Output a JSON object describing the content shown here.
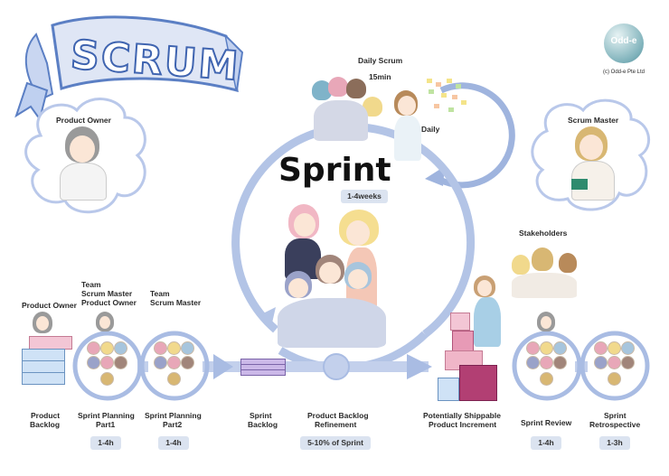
{
  "banner": {
    "title": "SCRUM"
  },
  "logo": {
    "name": "Odd-e",
    "copyright": "(c) Odd-e Pte Ltd"
  },
  "roles": {
    "product_owner": "Product Owner",
    "scrum_master": "Scrum Master"
  },
  "daily": {
    "title": "Daily Scrum",
    "duration": "15min",
    "label": "Daily"
  },
  "sprint": {
    "title": "Sprint",
    "duration": "1-4weeks"
  },
  "stakeholders": "Stakeholders",
  "left_groups": {
    "po_small": "Product Owner",
    "planning1_team_1": "Team",
    "planning1_team_2": "Scrum Master",
    "planning1_team_3": "Product Owner",
    "planning2_team_1": "Team",
    "planning2_team_2": "Scrum Master"
  },
  "flow": [
    {
      "line1": "Product",
      "line2": "Backlog",
      "time": ""
    },
    {
      "line1": "Sprint Planning",
      "line2": "Part1",
      "time": "1-4h"
    },
    {
      "line1": "Sprint Planning",
      "line2": "Part2",
      "time": "1-4h"
    },
    {
      "line1": "Sprint",
      "line2": "Backlog",
      "time": ""
    },
    {
      "line1": "Product Backlog",
      "line2": "Refinement",
      "time": "5-10% of Sprint"
    },
    {
      "line1": "Potentially Shippable",
      "line2": "Product Increment",
      "time": ""
    },
    {
      "line1": "Sprint Review",
      "line2": "",
      "time": "1-4h"
    },
    {
      "line1": "Sprint",
      "line2": "Retrospective",
      "time": "1-3h"
    }
  ],
  "colors": {
    "ribbon": "#5b7fc4",
    "ribbon_fill": "#dfe6f5",
    "cycle": "#9fb4de",
    "arrow": "#a9bce3",
    "pill": "#dbe3f0",
    "cloud_edge": "#b9c8ea"
  }
}
